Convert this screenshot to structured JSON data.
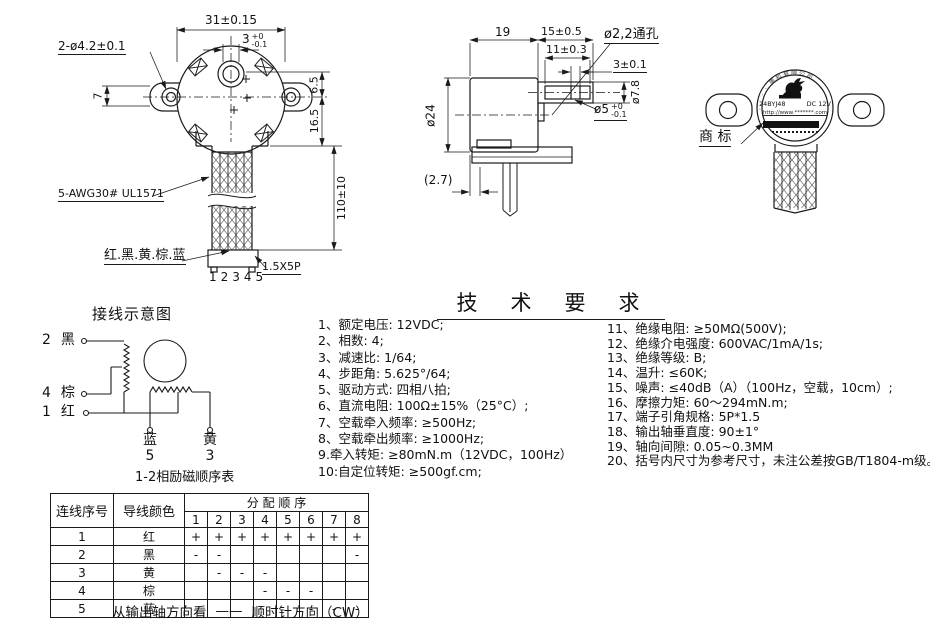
{
  "page": {
    "bg": "#ffffff",
    "line_color": "#1a1a1a"
  },
  "front_view": {
    "dim_width_top": "31±0.15",
    "shaft_dim": {
      "value": "3",
      "tol_top": "+0",
      "tol_bot": "-0.1"
    },
    "dim_mount_holes": "2-ø4.2±0.1",
    "dim_ear": "7",
    "dim_boss": "6.5",
    "dim_body": "16.5",
    "dim_cable_length": "110±10",
    "cable_spec": "5-AWG30# UL1571",
    "wire_colors": "红.黑.黄.棕.蓝",
    "pin_numbers": "12345",
    "connector_spec": "1.5X5P"
  },
  "side_view": {
    "dim_body_length": "19",
    "dim_gear_length": "15±0.5",
    "dim_shaft_length": "11±0.3",
    "dim_hole_offset": "3±0.1",
    "hole_callout": "ø2,2通孔",
    "dim_boss_dia": "ø7.8",
    "shaft_dia": {
      "value": "ø5",
      "tol_top": "+0",
      "tol_bot": "-0.1"
    },
    "dim_body_dia": "ø24",
    "dim_bracket_offset": "(2.7)"
  },
  "trademark": {
    "callout": "商 标",
    "label_arc_text": "· · · · 电机有限公司",
    "label_model": "24BYJ48",
    "label_voltage": "DC 12V",
    "label_url": "http://www.*******.com"
  },
  "wiring": {
    "title": "接线示意图",
    "terminals": [
      {
        "num": "2",
        "color": "黑"
      },
      {
        "num": "4",
        "color": "棕"
      },
      {
        "num": "1",
        "color": "红"
      }
    ],
    "bottom_terminals": [
      {
        "color": "蓝",
        "num": "5"
      },
      {
        "color": "黄",
        "num": "3"
      }
    ],
    "caption": "1-2相励磁顺序表"
  },
  "tech": {
    "title": "技　术　要　求",
    "left": [
      "1、额定电压: 12VDC;",
      "2、相数: 4;",
      "3、减速比: 1/64;",
      "4、步距角: 5.625°/64;",
      "5、驱动方式: 四相八拍;",
      "6、直流电阻: 100Ω±15%（25°C）;",
      "7、空载牵入频率: ≥500Hz;",
      "8、空载牵出频率: ≥1000Hz;",
      "9.牵入转矩: ≥80mN.m（12VDC，100Hz）",
      "10:自定位转矩: ≥500gf.cm;"
    ],
    "right": [
      "11、绝缘电阻: ≥50MΩ(500V);",
      "12、绝缘介电强度: 600VAC/1mA/1s;",
      "13、绝缘等级: B;",
      "14、温升: ≤60K;",
      "15、噪声: ≤40dB（A）（100Hz，空载，10cm）;",
      "16、摩擦力矩: 60～294mN.m;",
      "17、端子引角规格: 5P*1.5",
      "18、输出轴垂直度: 90±1°",
      "19、轴向间隙: 0.05~0.3MM",
      "20、括号内尺寸为参考尺寸，未注公差按GB/T1804-m级。"
    ]
  },
  "table": {
    "header_wire_no": "连线序号",
    "header_wire_color": "导线颜色",
    "header_sequence": "分 配 顺 序",
    "step_columns": [
      "1",
      "2",
      "3",
      "4",
      "5",
      "6",
      "7",
      "8"
    ],
    "rows": [
      {
        "no": "1",
        "color": "红",
        "steps": [
          "+",
          "+",
          "+",
          "+",
          "+",
          "+",
          "+",
          "+"
        ]
      },
      {
        "no": "2",
        "color": "黑",
        "steps": [
          "-",
          "-",
          "",
          "",
          "",
          "",
          "",
          "-"
        ]
      },
      {
        "no": "3",
        "color": "黄",
        "steps": [
          "",
          "-",
          "-",
          "-",
          "",
          "",
          "",
          ""
        ]
      },
      {
        "no": "4",
        "color": "棕",
        "steps": [
          "",
          "",
          "",
          "-",
          "-",
          "-",
          "",
          ""
        ]
      },
      {
        "no": "5",
        "color": "蓝",
        "steps": [
          "",
          "",
          "",
          "",
          "",
          "-",
          "-",
          "-"
        ]
      }
    ],
    "footer": {
      "view_note": "从输出轴方向看",
      "dash": "——",
      "direction_note": "顺时针方向（CW）"
    }
  }
}
